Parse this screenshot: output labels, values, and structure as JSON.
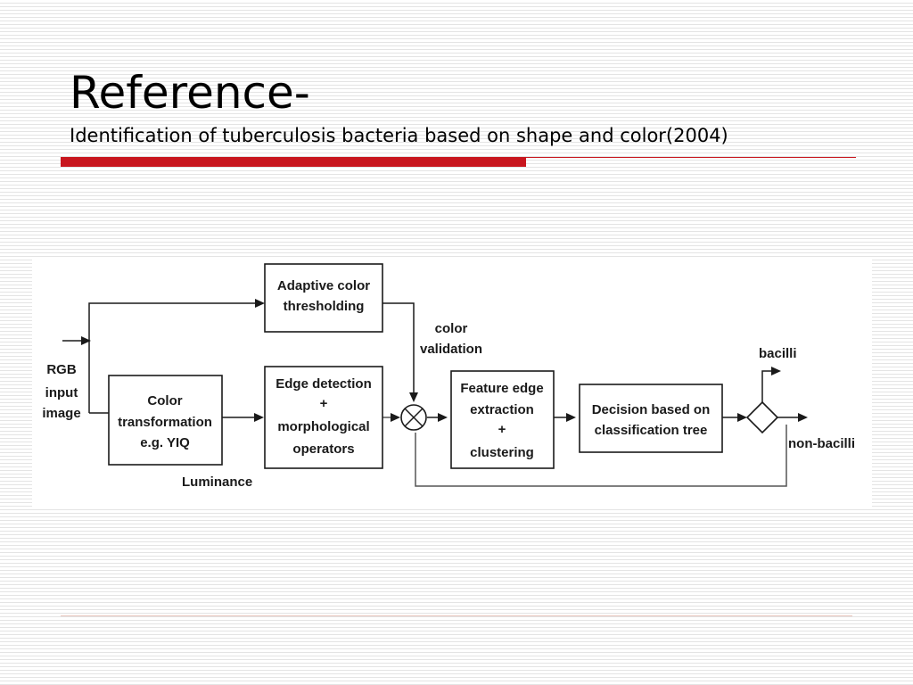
{
  "slide": {
    "title": "Reference-",
    "subtitle": "Identification of tuberculosis bacteria based on shape and color(2004)"
  },
  "diagram": {
    "input_label": [
      "RGB",
      "input",
      "image"
    ],
    "blocks": {
      "adaptive_thresholding": [
        "Adaptive color",
        "thresholding"
      ],
      "color_transformation": [
        "Color",
        "transformation",
        "e.g. YIQ"
      ],
      "edge_detection": [
        "Edge detection",
        "+",
        "morphological",
        "operators"
      ],
      "feature_extraction": [
        "Feature edge",
        "extraction",
        "+",
        "clustering"
      ],
      "decision_tree": [
        "Decision based on",
        "classification tree"
      ]
    },
    "labels": {
      "luminance": "Luminance",
      "color_validation": [
        "color",
        "validation"
      ],
      "bacilli": "bacilli",
      "non_bacilli": "non-bacilli"
    }
  }
}
